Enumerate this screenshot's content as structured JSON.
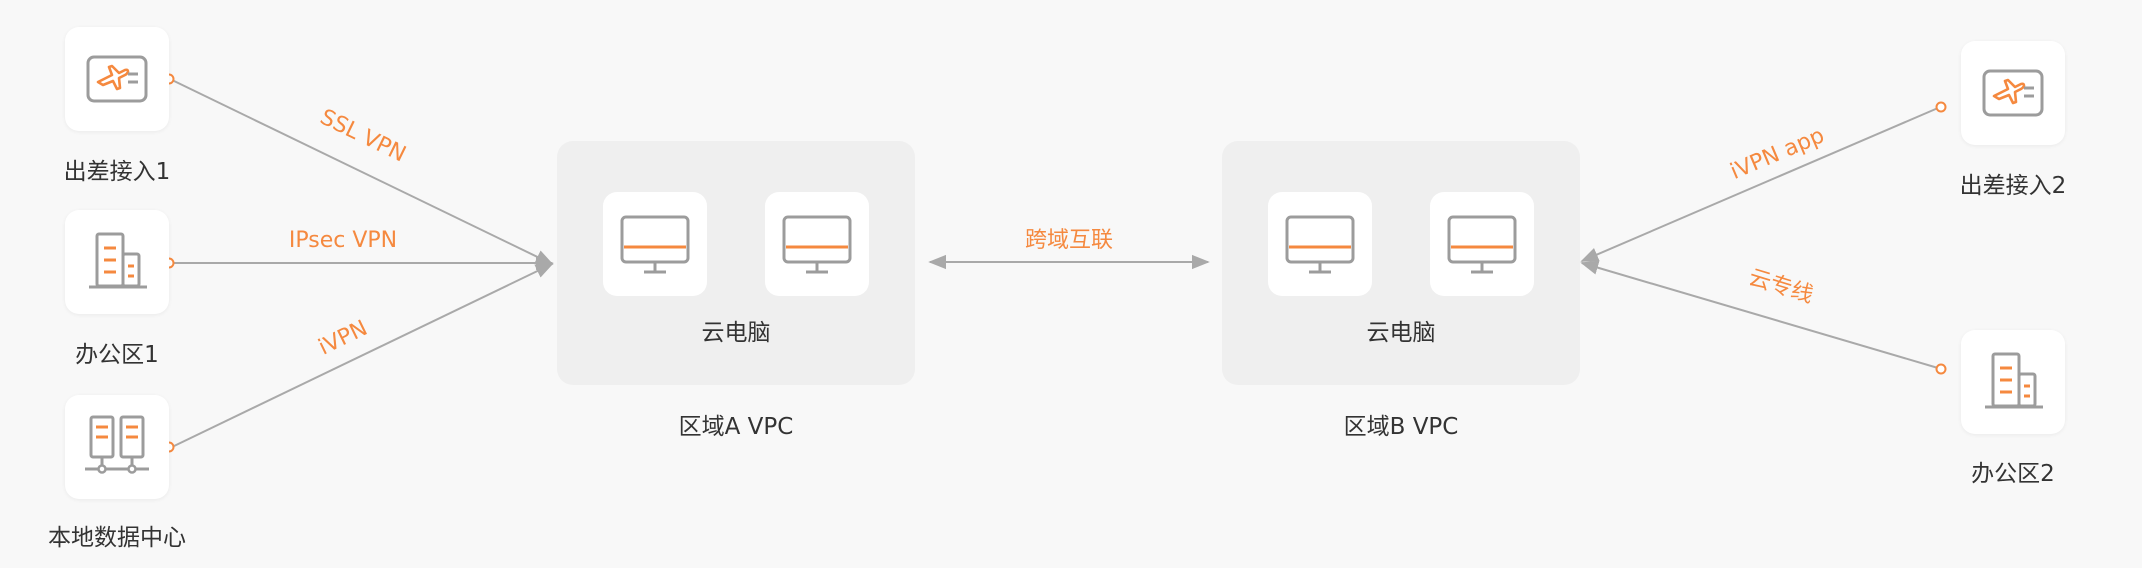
{
  "colors": {
    "accent": "#f5893f",
    "line": "#a9a9a9",
    "icon_stroke": "#9c9c9c"
  },
  "left_nodes": [
    {
      "label": "出差接入1",
      "icon": "airplane-ticket-icon"
    },
    {
      "label": "办公区1",
      "icon": "office-building-icon"
    },
    {
      "label": "本地数据中心",
      "icon": "server-rack-icon"
    }
  ],
  "left_connections": [
    {
      "label": "SSL VPN"
    },
    {
      "label": "IPsec VPN"
    },
    {
      "label": "iVPN"
    }
  ],
  "vpcs": [
    {
      "panel_label": "云电脑",
      "vpc_label": "区域A VPC",
      "icon": "monitor-icon"
    },
    {
      "panel_label": "云电脑",
      "vpc_label": "区域B VPC",
      "icon": "monitor-icon"
    }
  ],
  "interconnect": {
    "label": "跨域互联"
  },
  "right_nodes": [
    {
      "label": "出差接入2",
      "icon": "airplane-ticket-icon"
    },
    {
      "label": "办公区2",
      "icon": "office-building-icon"
    }
  ],
  "right_connections": [
    {
      "label": "iVPN app"
    },
    {
      "label": "云专线"
    }
  ]
}
